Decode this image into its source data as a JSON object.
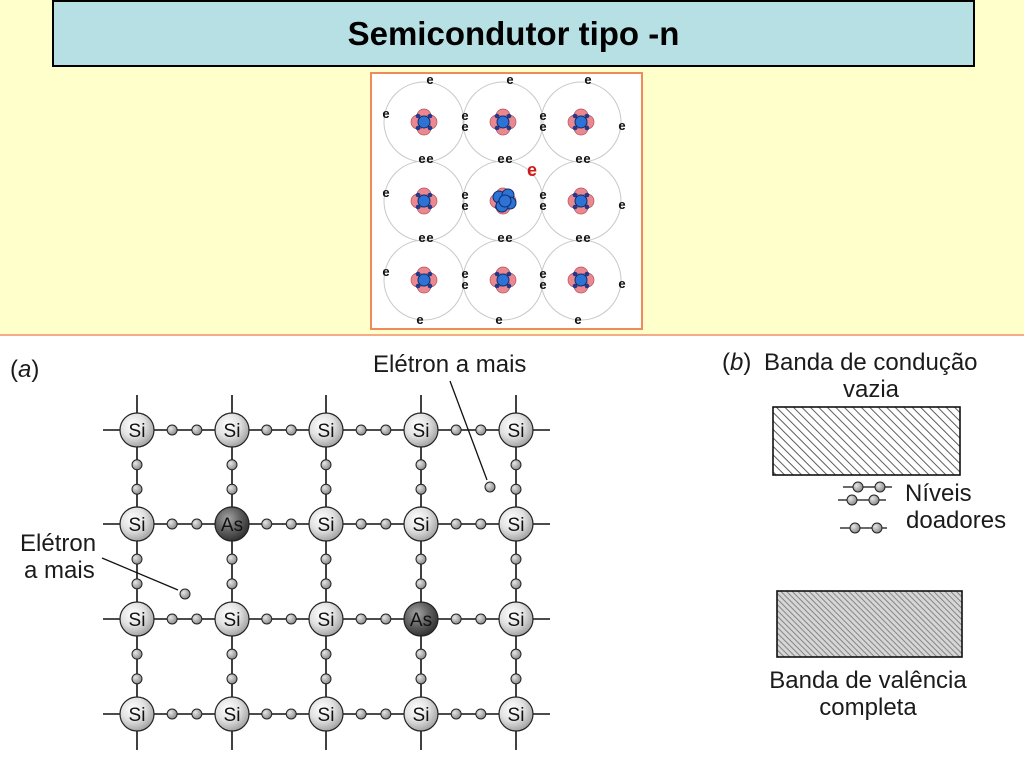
{
  "slide": {
    "title": "Semicondutor tipo -n"
  },
  "colors": {
    "slide_background": "#FFFFCC",
    "title_box_fill": "#B6E0E4",
    "divider_line": "#F3AC86",
    "inset_border": "#F08A5B",
    "orbit": "#C8C8C8",
    "nucleus_petal": "#EA8890",
    "nucleus_core": "#2D73D6",
    "inset_extra_electron": "#D01818"
  },
  "inset": {
    "electron_label": "e",
    "extra_electron_label": "e"
  },
  "panel_a": {
    "label": "(a)",
    "extra_electron_note_top": "Elétron a mais",
    "extra_electron_note_left": [
      "Elétron",
      "a mais"
    ],
    "lattice_rows": [
      [
        "Si",
        "Si",
        "Si",
        "Si",
        "Si"
      ],
      [
        "Si",
        "As",
        "Si",
        "Si",
        "Si"
      ],
      [
        "Si",
        "Si",
        "Si",
        "As",
        "Si"
      ],
      [
        "Si",
        "Si",
        "Si",
        "Si",
        "Si"
      ]
    ]
  },
  "panel_b": {
    "label": "(b)",
    "conduction_band": [
      "Banda de condução",
      "vazia"
    ],
    "donor_levels": [
      "Níveis",
      "doadores"
    ],
    "valence_band": [
      "Banda de valência",
      "completa"
    ]
  }
}
